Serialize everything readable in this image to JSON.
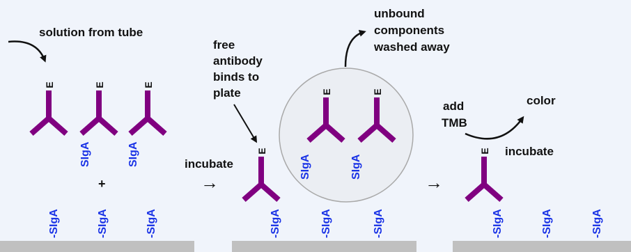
{
  "labels": {
    "solution_from_tube": "solution from tube",
    "free_antibody_1": "free",
    "free_antibody_2": "antibody",
    "free_antibody_3": "binds to",
    "free_antibody_4": "plate",
    "unbound_1": "unbound",
    "unbound_2": "components",
    "unbound_3": "washed away",
    "incubate_1": "incubate",
    "incubate_2": "incubate",
    "add_1": "add",
    "add_2": "TMB",
    "color": "color",
    "plus": "+"
  },
  "antigen_label": "SIgA",
  "bound_antigen_label": "-SIgA",
  "enzyme_label": "E",
  "arrow_symbol": "→",
  "colors": {
    "background": "#f0f4fb",
    "antibody": "#800080",
    "antigen_text": "#1a33e6",
    "plate": "#c0c0c0",
    "circle_fill": "#ebeef3",
    "circle_stroke": "#a9a9a9",
    "text": "#111111"
  }
}
